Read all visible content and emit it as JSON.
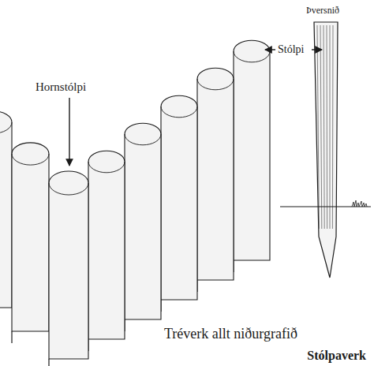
{
  "diagram": {
    "caption": "Stólpaverk",
    "labels": [
      "Hornstólpi",
      "Stólpi",
      "Þversnið",
      "Tréverk allt niðurgrafið"
    ]
  }
}
